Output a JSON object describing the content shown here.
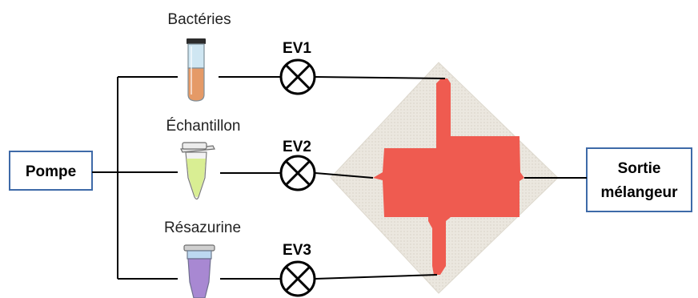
{
  "pump": {
    "label": "Pompe"
  },
  "output": {
    "line1": "Sortie",
    "line2": "mélangeur"
  },
  "reagents": [
    {
      "label": "Bactéries",
      "valve": "EV1",
      "liquid_color": "#e59a67",
      "top_color": "#cfe6f2"
    },
    {
      "label": "Échantillon",
      "valve": "EV2",
      "liquid_color": "#d9ee93"
    },
    {
      "label": "Résazurine",
      "valve": "EV3",
      "liquid_color": "#a888d2",
      "top_color": "#bcd8f0"
    }
  ],
  "colors": {
    "box_border": "#3e6aa8",
    "mixer_fill": "#ef5b50",
    "chip_fill": "#e7e3da"
  }
}
